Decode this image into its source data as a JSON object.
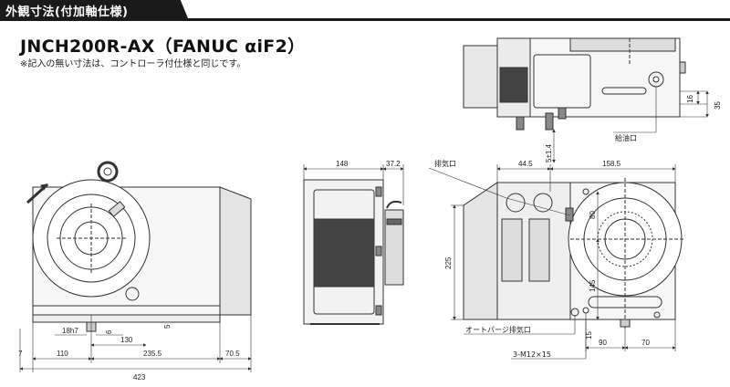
{
  "header": {
    "section_title": "外観寸法(付加軸仕様)"
  },
  "model_title": "JNCH200R-AX（FANUC αiF2）",
  "note": "※記入の無い寸法は、コントローラ付仕様と同じです。",
  "front_view": {
    "dims": {
      "d7": "7",
      "d110": "110",
      "d130": "130",
      "d6": "6",
      "d5": "5",
      "d18h7": "18h7",
      "d2355": "235.5",
      "d705": "70.5",
      "d423": "423"
    }
  },
  "side_view": {
    "dims": {
      "d148": "148",
      "d372": "37.2"
    }
  },
  "rear_view": {
    "dims": {
      "d445": "44.5",
      "d1585": "158.5",
      "d225": "225",
      "d80": "80",
      "d145": "145",
      "d15": "15",
      "d90": "90",
      "d70": "70"
    },
    "labels": {
      "exhaust": "排気口",
      "autopurge": "オートパージ排気口",
      "tap": "3-M12×15"
    }
  },
  "top_view": {
    "dims": {
      "d5pm14": "5±1.4",
      "d16": "16",
      "d35": "35"
    },
    "labels": {
      "oil": "給油口"
    }
  },
  "colors": {
    "line": "#333333",
    "header": "#1a1a1a",
    "body_fill": "#f2f2f2",
    "dark_fill": "#555555"
  }
}
